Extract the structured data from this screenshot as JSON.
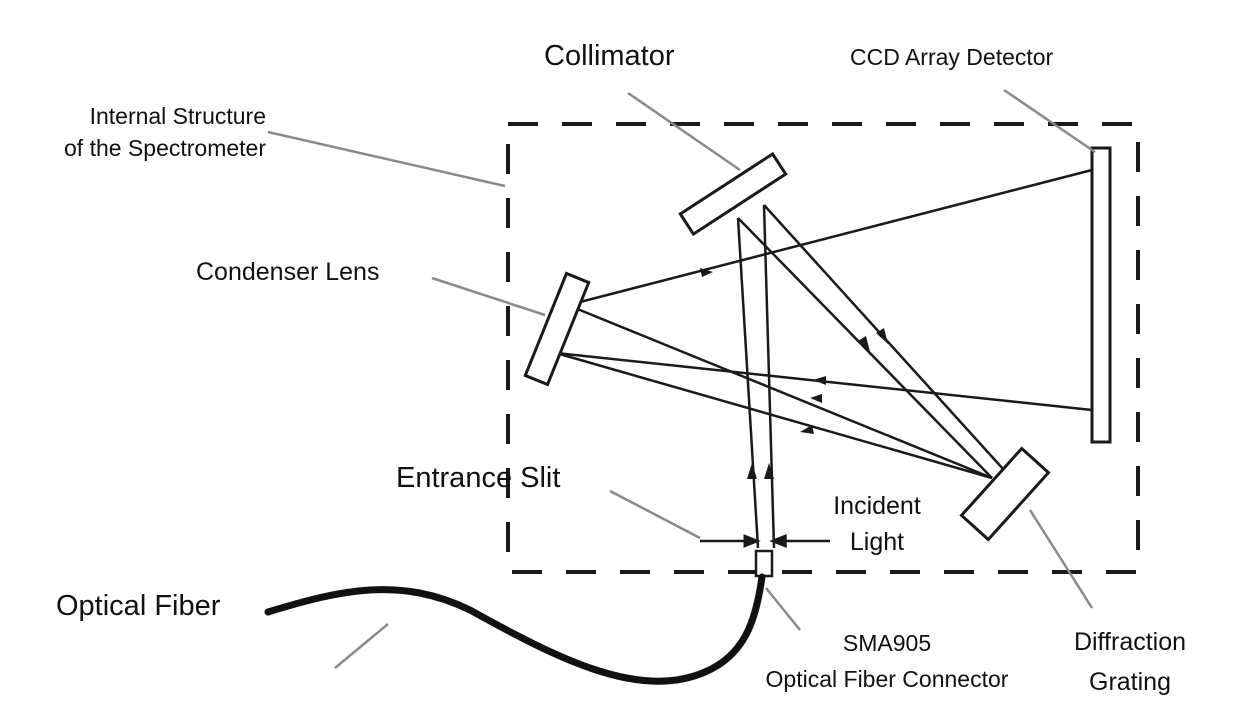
{
  "labels": {
    "collimator": "Collimator",
    "ccd": "CCD Array Detector",
    "internal_line1": "Internal Structure",
    "internal_line2": "of the Spectrometer",
    "condenser": "Condenser Lens",
    "entrance_slit": "Entrance Slit",
    "incident_line1": "Incident",
    "incident_line2": "Light",
    "optical_fiber": "Optical Fiber",
    "sma_line1": "SMA905",
    "sma_line2": "Optical Fiber Connector",
    "grating_line1": "Diffraction",
    "grating_line2": "Grating"
  },
  "colors": {
    "ink": "#1a1a1a",
    "leader": "#8a8a8a",
    "fiber": "#111111",
    "background": "#ffffff"
  }
}
